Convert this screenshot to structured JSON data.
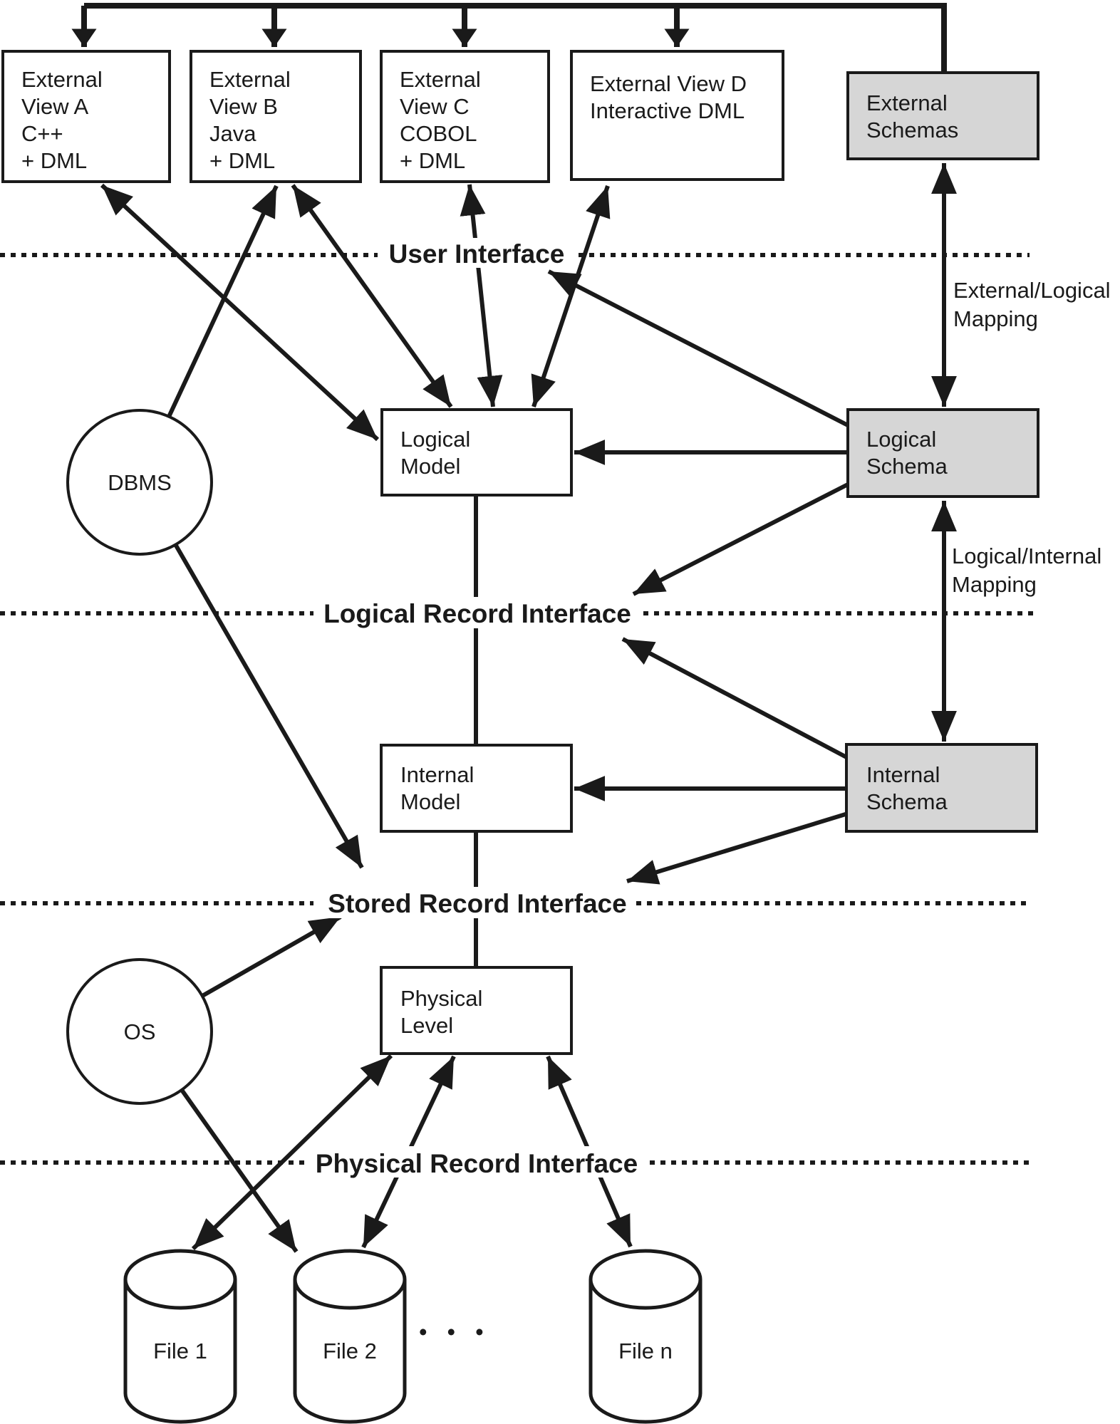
{
  "colors": {
    "ink": "#1a1a1a",
    "schema_fill": "#d6d6d6",
    "background": "#ffffff"
  },
  "boxes": {
    "external_view_a": {
      "lines": [
        "External",
        "View A",
        "C++",
        "+ DML"
      ]
    },
    "external_view_b": {
      "lines": [
        "External",
        "View B",
        "Java",
        "+ DML"
      ]
    },
    "external_view_c": {
      "lines": [
        "External",
        "View C",
        "COBOL",
        "+ DML"
      ]
    },
    "external_view_d": {
      "lines": [
        "External View D",
        "Interactive DML"
      ]
    },
    "external_schemas": {
      "lines": [
        "External",
        "Schemas"
      ]
    },
    "logical_model": {
      "lines": [
        "Logical",
        "Model"
      ]
    },
    "logical_schema": {
      "lines": [
        "Logical",
        "Schema"
      ]
    },
    "internal_model": {
      "lines": [
        "Internal",
        "Model"
      ]
    },
    "internal_schema": {
      "lines": [
        "Internal",
        "Schema"
      ]
    },
    "physical_level": {
      "lines": [
        "Physical",
        "Level"
      ]
    }
  },
  "circles": {
    "dbms": "DBMS",
    "os": "OS"
  },
  "interfaces": {
    "user": "User Interface",
    "logical_record": "Logical Record Interface",
    "stored_record": "Stored Record Interface",
    "physical_record": "Physical Record Interface"
  },
  "mappings": {
    "external_logical": {
      "lines": [
        "External/Logical",
        "Mapping"
      ]
    },
    "logical_internal": {
      "lines": [
        "Logical/Internal",
        "Mapping"
      ]
    }
  },
  "files": {
    "file1": "File 1",
    "file2": "File 2",
    "filen": "File n",
    "ellipsis": "•••"
  }
}
